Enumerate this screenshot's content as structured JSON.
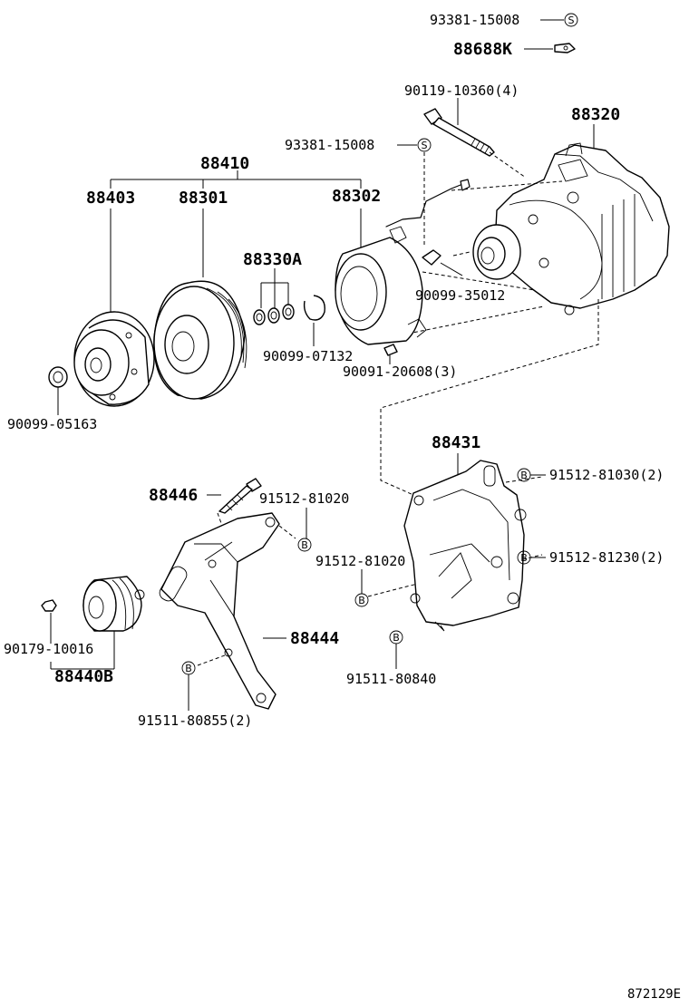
{
  "labels": {
    "p93381_top": "93381-15008",
    "p88688K": "88688K",
    "p90119": "90119-10360(4)",
    "p88320": "88320",
    "p93381_mid": "93381-15008",
    "p88410": "88410",
    "p88403": "88403",
    "p88301": "88301",
    "p88302": "88302",
    "p88330A": "88330A",
    "p90099_35012": "90099-35012",
    "p90099_07132": "90099-07132",
    "p90091": "90091-20608(3)",
    "p90099_05163": "90099-05163",
    "p88431": "88431",
    "p91512_81030": "91512-81030(2)",
    "p88446": "88446",
    "p91512_81020_a": "91512-81020",
    "p91512_81020_b": "91512-81020",
    "p91512_81230": "91512-81230(2)",
    "p88444": "88444",
    "p90179": "90179-10016",
    "p88440B": "88440B",
    "p91511_80840": "91511-80840",
    "p91511_80855": "91511-80855(2)"
  },
  "symbols": {
    "s": "S",
    "b": "B"
  },
  "figure_code": "872129E"
}
